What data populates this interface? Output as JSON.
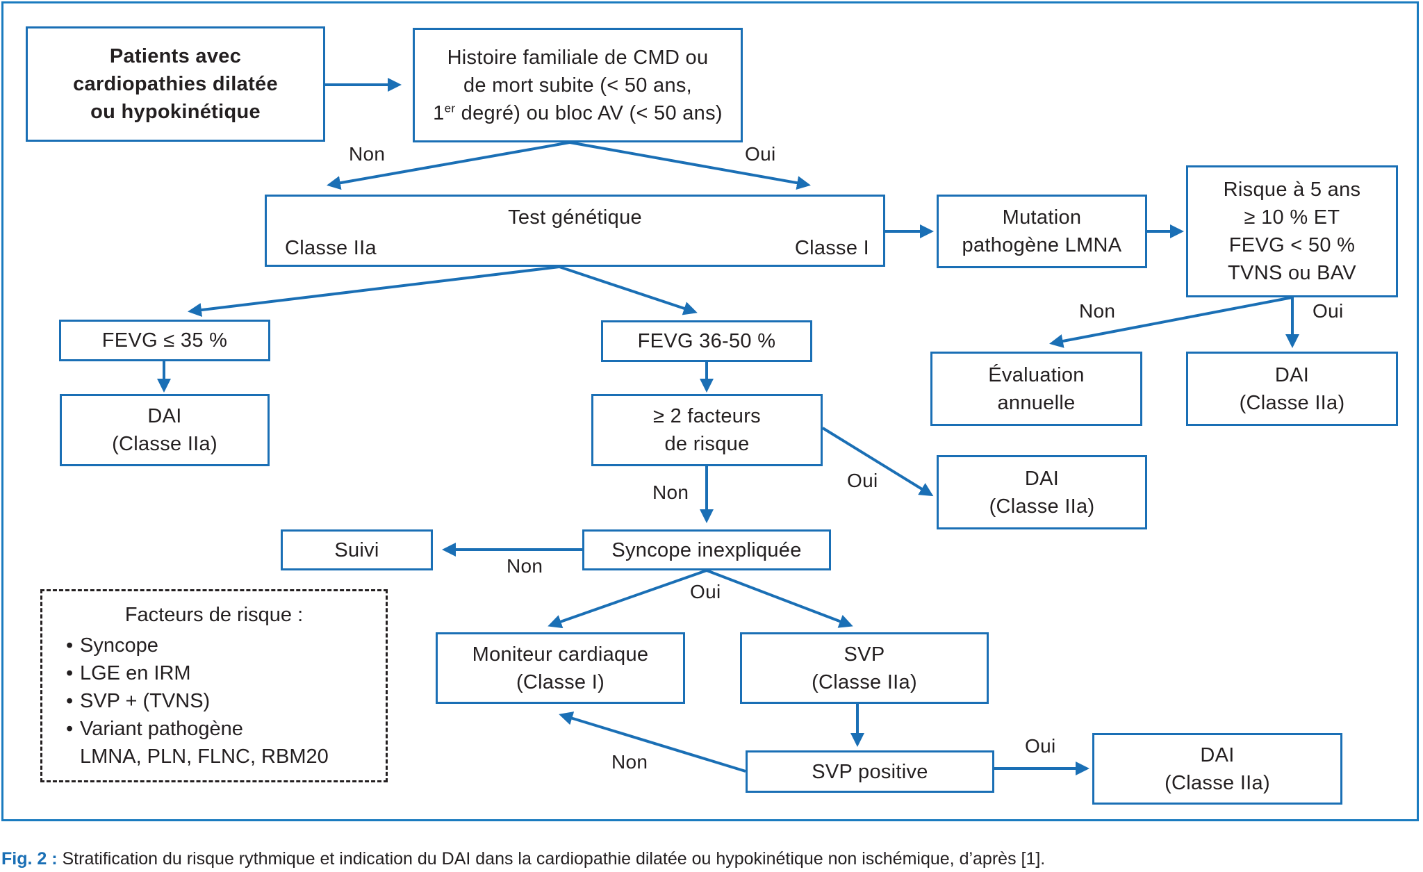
{
  "nodes": {
    "patients": [
      "Patients avec",
      "cardiopathies dilatée",
      "ou hypokinétique"
    ],
    "histoire": [
      "Histoire familiale de CMD ou",
      "de mort subite (< 50 ans,"
    ],
    "histoire_l3_pre": "1",
    "histoire_l3_sup": "er",
    "histoire_l3_post": " degré) ou bloc AV (< 50 ans)",
    "test_title": "Test génétique",
    "test_left": "Classe IIa",
    "test_right": "Classe I",
    "mutation": [
      "Mutation",
      "pathogène LMNA"
    ],
    "risque": [
      "Risque à 5 ans",
      "≥ 10 % ET",
      "FEVG < 50 %",
      "TVNS ou BAV"
    ],
    "fevg35": "FEVG ≤ 35 %",
    "fevg3650": "FEVG 36-50 %",
    "dai1": [
      "DAI",
      "(Classe IIa)"
    ],
    "facteurs": [
      "≥ 2 facteurs",
      "de risque"
    ],
    "evaluation": [
      "Évaluation",
      "annuelle"
    ],
    "dai_right": [
      "DAI",
      "(Classe IIa)"
    ],
    "dai_mid": [
      "DAI",
      "(Classe IIa)"
    ],
    "suivi": "Suivi",
    "syncope": "Syncope inexpliquée",
    "moniteur": [
      "Moniteur cardiaque",
      "(Classe I)"
    ],
    "svp": [
      "SVP",
      "(Classe IIa)"
    ],
    "svp_positive": "SVP positive",
    "dai_bottom": [
      "DAI",
      "(Classe IIa)"
    ]
  },
  "edge_labels": {
    "non_top": "Non",
    "oui_top": "Oui",
    "non_risque": "Non",
    "oui_risque": "Oui",
    "non_facteurs": "Non",
    "oui_facteurs": "Oui",
    "non_syncope": "Non",
    "oui_syncope": "Oui",
    "non_svp": "Non",
    "oui_svp": "Oui"
  },
  "legend": {
    "title": "Facteurs de risque :",
    "items": [
      "Syncope",
      "LGE en IRM",
      "SVP + (TVNS)",
      "Variant pathogène"
    ],
    "item4_cont": "LMNA, PLN, FLNC, RBM20"
  },
  "caption": {
    "label": "Fig. 2 :",
    "text": " Stratification du risque rythmique et indication du DAI dans la cardiopathie dilatée ou hypokinétique non ischémique, d’après [1]."
  },
  "colors": {
    "accent": "#1a6fb5",
    "frame": "#1a7bbf",
    "text": "#231f20"
  }
}
